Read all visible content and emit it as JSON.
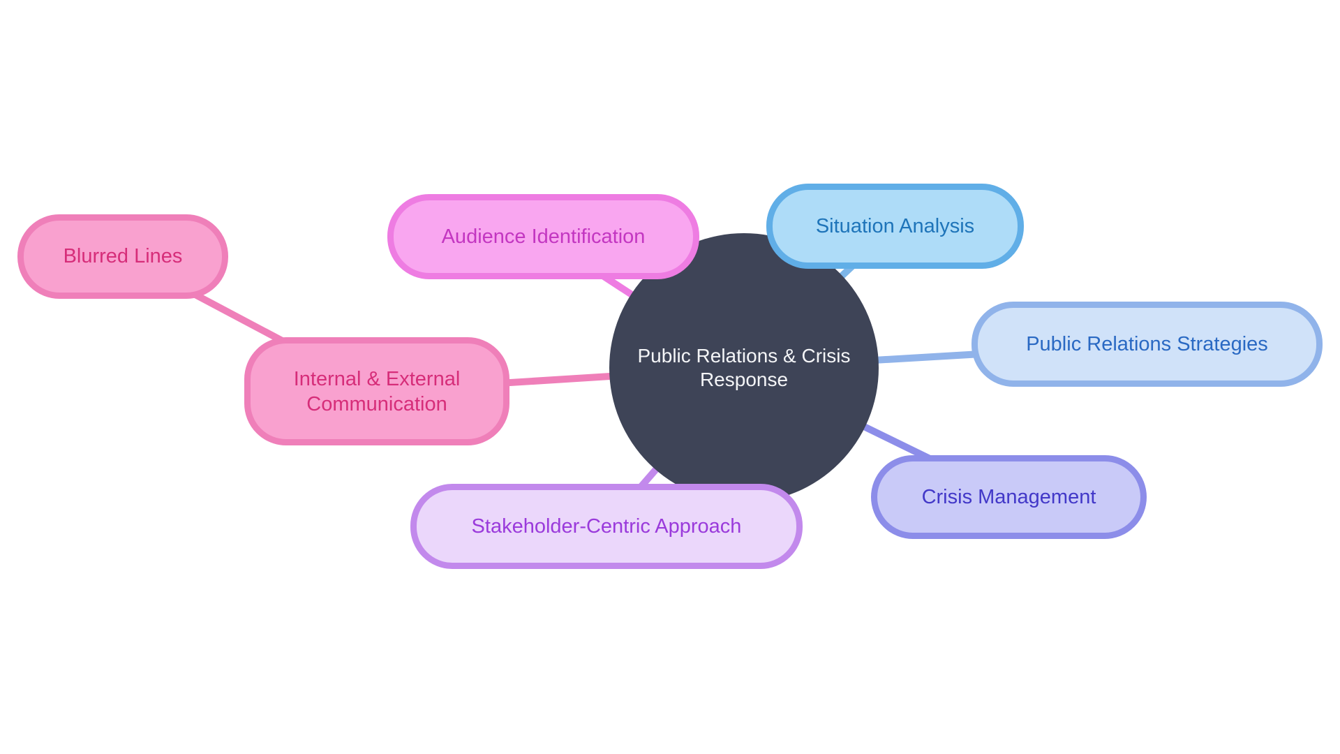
{
  "diagram": {
    "type": "mindmap",
    "background_color": "#ffffff",
    "center": {
      "label": "Public Relations & Crisis Response",
      "label_line1": "Public Relations & Crisis",
      "label_line2": "Response",
      "fill": "#3e4457",
      "text_color": "#f4f5f7"
    },
    "branches": [
      {
        "id": "blurred-lines",
        "label": "Blurred Lines",
        "fill": "#f9a1cf",
        "border": "#ef7fb9",
        "text_color": "#d62d79",
        "connects_to": "internal-external-communication"
      },
      {
        "id": "internal-external-communication",
        "label": "Internal & External Communication",
        "label_line1": "Internal & External",
        "label_line2": "Communication",
        "fill": "#f9a1cf",
        "border": "#ef7fb9",
        "text_color": "#d62d79",
        "connects_to": "center"
      },
      {
        "id": "audience-identification",
        "label": "Audience Identification",
        "fill": "#f9a6f0",
        "border": "#ee7ce2",
        "text_color": "#c336c1",
        "connects_to": "center"
      },
      {
        "id": "situation-analysis",
        "label": "Situation Analysis",
        "fill": "#aedcf8",
        "border": "#60aee7",
        "text_color": "#1e74b9",
        "connects_to": "center"
      },
      {
        "id": "public-relations-strategies",
        "label": "Public Relations Strategies",
        "fill": "#d0e2f9",
        "border": "#90b3ea",
        "text_color": "#2a69c3",
        "connects_to": "center"
      },
      {
        "id": "crisis-management",
        "label": "Crisis Management",
        "fill": "#c9caf8",
        "border": "#8c8de9",
        "text_color": "#4238c8",
        "connects_to": "center"
      },
      {
        "id": "stakeholder-centric-approach",
        "label": "Stakeholder-Centric Approach",
        "fill": "#ebd7fb",
        "border": "#c289ec",
        "text_color": "#9a3adb",
        "connects_to": "center"
      }
    ]
  }
}
